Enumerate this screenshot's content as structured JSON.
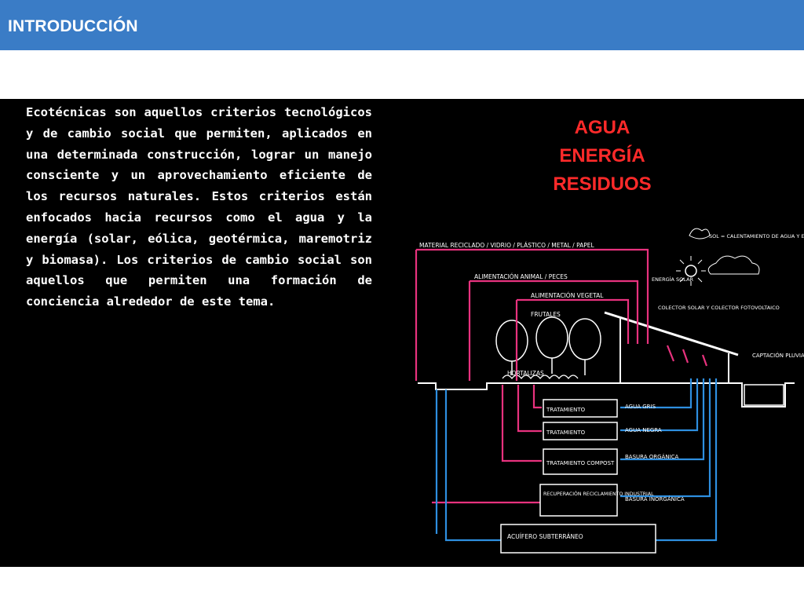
{
  "header": {
    "title": "INTRODUCCIÓN"
  },
  "definition": "Ecotécnicas son aquellos criterios tecnológicos y de cambio social que permiten, aplicados en una determinada construcción, lograr un manejo consciente y un aprovechamiento eficiente de los recursos naturales. Estos criterios están enfocados hacia recursos como el agua y la energía (solar, eólica, geotérmica, maremotriz y biomasa). Los criterios de cambio social son aquellos que permiten una formación de conciencia alrededor de este tema.",
  "topics": [
    "AGUA",
    "ENERGÍA",
    "RESIDUOS"
  ],
  "diagram": {
    "labels": {
      "material": "MATERIAL RECICLADO / VIDRIO / PLÁSTICO / METAL / PAPEL",
      "animal": "ALIMENTACIÓN ANIMAL / PECES",
      "vegetal": "ALIMENTACIÓN VEGETAL",
      "frutales": "FRUTALES",
      "hortalizas": "HORTALIZAS",
      "sol": "SOL = CALENTAMIENTO DE AGUA Y ENERGÍA ELÉCTRICA",
      "energia_solar": "ENERGÍA SOLAR",
      "colectores": "COLECTOR SOLAR Y COLECTOR FOTOVOLTAICO",
      "captacion": "CAPTACIÓN PLUVIAL",
      "tratamiento1": "TRATAMIENTO",
      "tratamiento2": "TRATAMIENTO",
      "compost": "TRATAMIENTO COMPOST",
      "reciclamiento": "RECUPERACIÓN RECICLAMIENTO INDUSTRIAL",
      "acuifero": "ACUÍFERO SUBTERRÁNEO",
      "agua_gris": "AGUA GRIS",
      "agua_negra": "AGUA NEGRA",
      "basura_organica": "BASURA ORGÁNICA",
      "basura_inorganica": "BASURA INORGÁNICA"
    },
    "colors": {
      "recycle_lines": "#e8327e",
      "water_lines": "#2e8fe0",
      "sketch": "#ffffff"
    }
  }
}
